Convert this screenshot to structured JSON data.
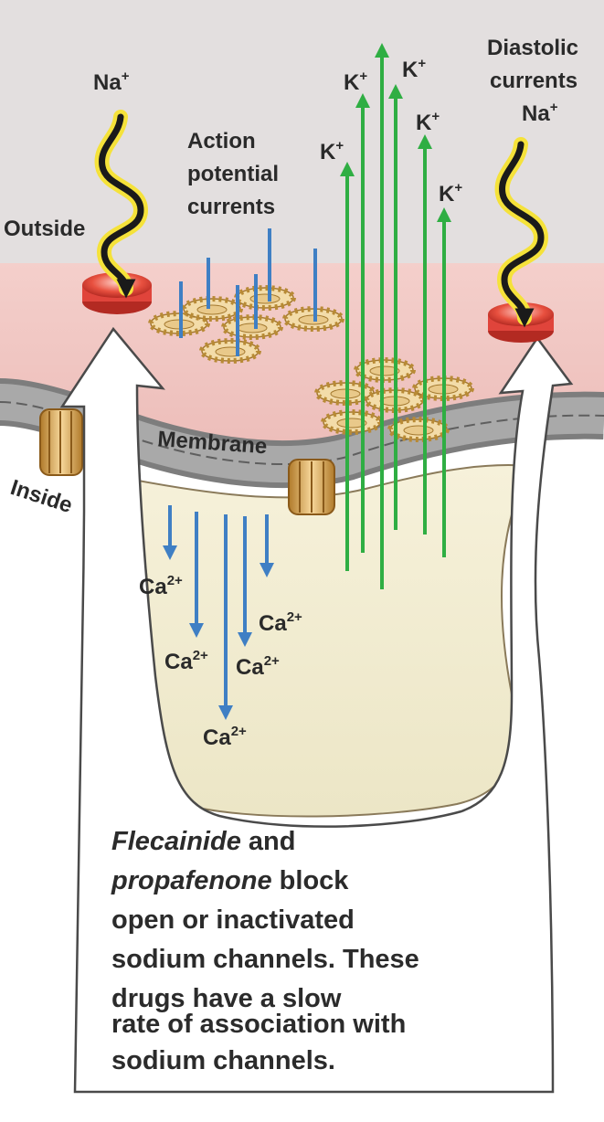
{
  "labels": {
    "outside": "Outside",
    "inside": "Inside",
    "membrane": "Membrane",
    "action_potential": [
      "Action",
      "potential",
      "currents"
    ],
    "diastolic": [
      "Diastolic",
      "currents"
    ]
  },
  "ions": {
    "na": "Na",
    "na_charge": "+",
    "k": "K",
    "k_charge": "+",
    "ca": "Ca",
    "ca_charge": "2+"
  },
  "note": {
    "drug1": "Flecainide",
    "and": " and",
    "drug2": "propafenone",
    "block": " block",
    "line3": "open or inactivated",
    "line4": "sodium channels. These",
    "line5": "drugs have a slow",
    "line6": "rate of association with",
    "line7": "sodium channels."
  },
  "colors": {
    "outside_bg": "#e3dfdf",
    "cell_pink": "#f0c9c6",
    "membrane": "#8d8d8d",
    "k_arrow": "#2fae43",
    "ap_current": "#3f7fc4",
    "na_squiggle": "#1a1a1a",
    "na_glow": "#f5e23a",
    "channel_red": "#e0443b",
    "interior": "#f1ecd3"
  }
}
